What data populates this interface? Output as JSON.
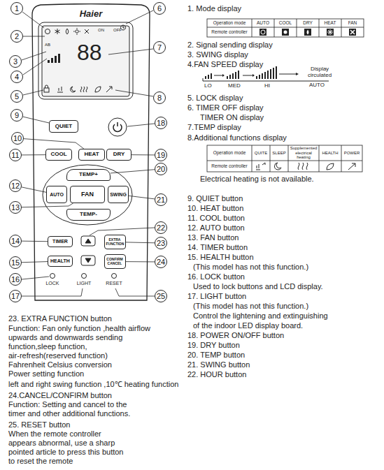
{
  "diagram": {
    "nodes": [
      {
        "text": [
          "Haier"
        ]
      },
      {
        "text": [
          "QUIET"
        ],
        "in": 0
      },
      {
        "text": [
          "COOL"
        ],
        "in": 0
      },
      {
        "text": [
          "HEAT"
        ],
        "in": 0
      },
      {
        "text": [
          "DRY"
        ],
        "in": 0
      },
      {
        "text": [
          "TEMP+"
        ],
        "in": 0
      },
      {
        "text": [
          "AUTO"
        ],
        "in": 0
      },
      {
        "text": [
          "FAN"
        ],
        "in": 0
      },
      {
        "text": [
          "SWING"
        ],
        "in": 0
      },
      {
        "text": [
          "TEMP-"
        ],
        "in": 0
      },
      {
        "text": [
          "TIMER"
        ],
        "in": 0
      },
      {
        "text": [
          "EXTRA FUNCTION"
        ],
        "in": 0
      },
      {
        "text": [
          "HEALTH"
        ],
        "in": 0
      },
      {
        "text": [
          "CONFIRM CANCEL"
        ],
        "in": 0
      },
      {
        "text": [
          "1"
        ]
      },
      {
        "text": [
          "2"
        ]
      },
      {
        "text": [
          "3"
        ]
      },
      {
        "text": [
          "4"
        ]
      },
      {
        "text": [
          "5"
        ]
      },
      {
        "text": [
          "6"
        ]
      },
      {
        "text": [
          "7"
        ]
      },
      {
        "text": [
          "8"
        ]
      },
      {
        "text": [
          "9"
        ]
      },
      {
        "text": [
          "10"
        ]
      },
      {
        "text": [
          "11"
        ]
      },
      {
        "text": [
          "12"
        ]
      },
      {
        "text": [
          "13"
        ]
      },
      {
        "text": [
          "14"
        ]
      },
      {
        "text": [
          "15"
        ]
      },
      {
        "text": [
          "16"
        ]
      },
      {
        "text": [
          "17"
        ]
      },
      {
        "text": [
          "18"
        ]
      },
      {
        "text": [
          "19"
        ]
      },
      {
        "text": [
          "20"
        ]
      },
      {
        "text": [
          "21"
        ]
      },
      {
        "text": [
          "22"
        ]
      },
      {
        "text": [
          "23"
        ]
      },
      {
        "text": [
          "24"
        ]
      },
      {
        "text": [
          "25"
        ]
      }
    ],
    "edges": [
      {
        "from": 22,
        "to": 1,
        "arrow": "none"
      },
      {
        "from": 23,
        "to": 3,
        "arrow": "none"
      },
      {
        "from": 24,
        "to": 2,
        "arrow": "none"
      },
      {
        "from": 25,
        "to": 6,
        "arrow": "none"
      },
      {
        "from": 26,
        "to": 7,
        "arrow": "none"
      },
      {
        "from": 27,
        "to": 10,
        "arrow": "none"
      },
      {
        "from": 28,
        "to": 12,
        "arrow": "none"
      },
      {
        "from": 32,
        "to": 4,
        "arrow": "none"
      },
      {
        "from": 33,
        "to": 5,
        "arrow": "none"
      },
      {
        "from": 34,
        "to": 8,
        "arrow": "none"
      },
      {
        "from": 36,
        "to": 11,
        "arrow": "none"
      },
      {
        "from": 37,
        "to": 13,
        "arrow": "none"
      }
    ],
    "labels": [
      "1. Mode display",
      "Operation mode",
      "AUTO",
      "COOL",
      "DRY",
      "HEAT",
      "FAN",
      "Remote controller",
      "2. Signal sending display",
      "3. SWING display",
      "4.FAN SPEED display",
      "LO",
      "MED",
      "HI",
      "Display circulated",
      "AUTO",
      "5. LOCK display",
      "6. TIMER OFF display",
      "TIMER ON display",
      "7.TEMP display",
      "8.Additional functions display",
      "Operation mode",
      "QUITE",
      "SLEEP",
      "Supplemented electrical heating",
      "HEALTH",
      "POWER",
      "Remote controller",
      "Electrical heating is not available.",
      "9. QUIET button",
      "10. HEAT button",
      "11. COOL button",
      "12. AUTO button",
      "13. FAN button",
      "14. TIMER button",
      "15. HEALTH button",
      "(This model has not this function.)",
      "16. LOCK button",
      "Used to lock buttons and LCD display.",
      "17. LIGHT button",
      "(This model has not this function.)",
      "Control the lightening and extinguishing",
      "of the indoor LED display board.",
      "18. POWER ON/OFF button",
      "19. DRY button",
      "20. TEMP button",
      "21. SWING button",
      "22. HOUR button",
      "23. EXTRA FUNCTION button",
      "Function: Fan only function ,health airflow",
      "upwards and downwards sending",
      "function,sleep function,",
      "air-refresh(reserved function)",
      "Fahrenheit Celsius conversion",
      "Power setting function",
      "left and right swing function ,10℃ heating function",
      "24.CANCEL/CONFIRM button",
      "Function: Setting and cancel to the",
      "timer and other additional functions.",
      "25. RESET button",
      "When the remote controller",
      "appears abnormal, use a sharp",
      "pointed article to press this button",
      "to reset the remote",
      "LOCK",
      "LIGHT",
      "RESET",
      "88",
      "AB",
      "ON",
      "OFF"
    ]
  }
}
